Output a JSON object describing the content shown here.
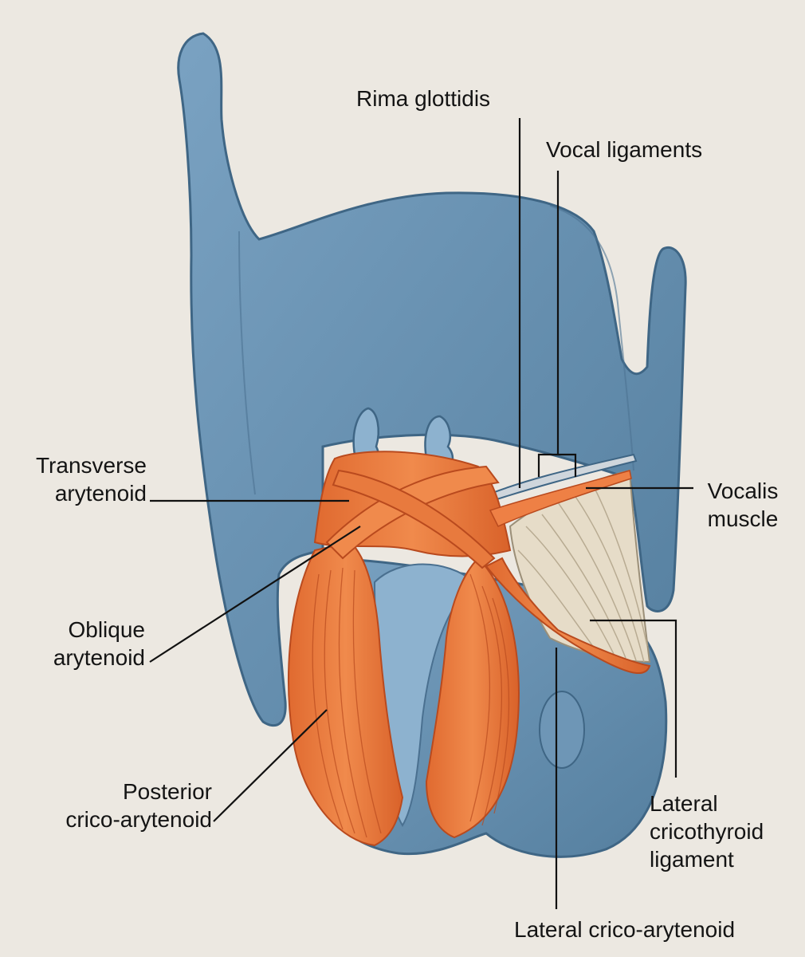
{
  "labels": {
    "rima_glottidis": "Rima glottidis",
    "vocal_ligaments": "Vocal ligaments",
    "transverse_arytenoid": [
      "Transverse",
      "arytenoid"
    ],
    "vocalis_muscle": [
      "Vocalis",
      "muscle"
    ],
    "oblique_arytenoid": [
      "Oblique",
      "arytenoid"
    ],
    "posterior_crico_arytenoid": [
      "Posterior",
      "crico-arytenoid"
    ],
    "lateral_cricothyroid_ligament": [
      "Lateral",
      "cricothyroid",
      "ligament"
    ],
    "lateral_crico_arytenoid": "Lateral crico-arytenoid"
  },
  "colors": {
    "background": "#ece8e1",
    "cartilage": "#6d95b6",
    "cartilage_dark": "#3f6685",
    "muscle": "#e8743a",
    "muscle_line": "#b94a1e",
    "vocalis": "#e6dcc8",
    "leader": "#111111"
  }
}
